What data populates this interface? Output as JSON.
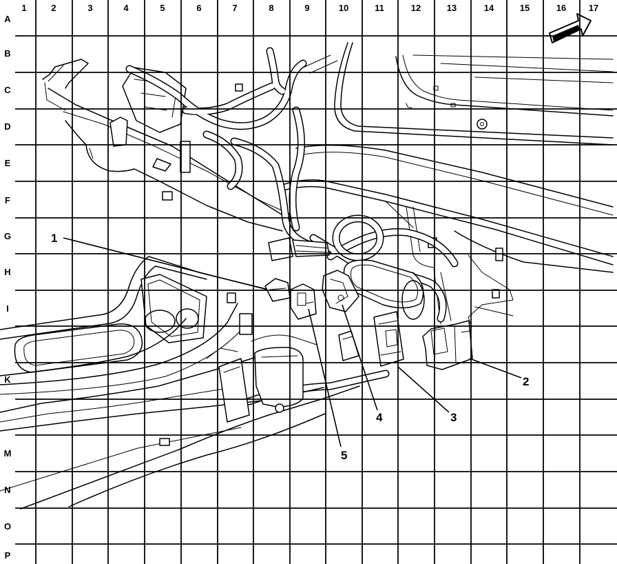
{
  "grid": {
    "columns": [
      "1",
      "2",
      "3",
      "4",
      "5",
      "6",
      "7",
      "8",
      "9",
      "10",
      "11",
      "12",
      "13",
      "14",
      "15",
      "16",
      "17"
    ],
    "rows": [
      "A",
      "B",
      "C",
      "D",
      "E",
      "F",
      "G",
      "H",
      "I",
      "K",
      "M",
      "N",
      "O",
      "P"
    ]
  },
  "callouts": [
    "1",
    "2",
    "3",
    "4",
    "5"
  ],
  "colors": {
    "ink": "#000000",
    "paper": "#ffffff"
  }
}
